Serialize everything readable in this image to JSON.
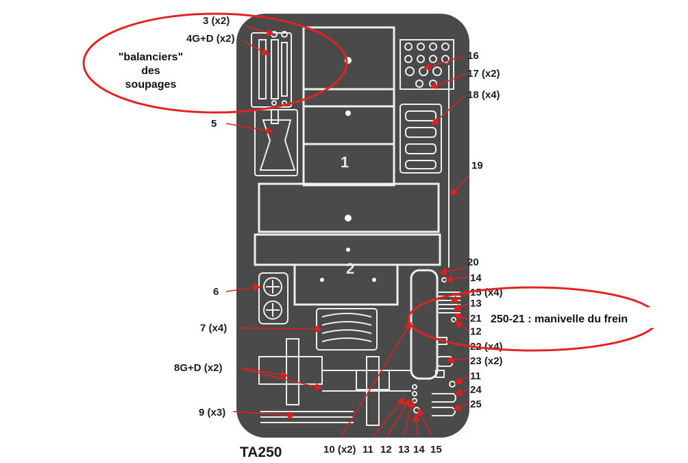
{
  "sheet": {
    "code": "TA250",
    "sheet_numbers": [
      "1",
      "2"
    ],
    "colors": {
      "sheet": "#4a4a4a",
      "sheet_dark": "#3b3b3b",
      "fret": "#efefef",
      "arrow": "#e02020",
      "text": "#1c1c1c"
    }
  },
  "part_labels": [
    "3 (x2)",
    "4G+D (x2)",
    "5",
    "6",
    "7 (x4)",
    "8G+D (x2)",
    "9 (x3)",
    "16",
    "17 (x2)",
    "18 (x4)",
    "19",
    "20",
    "14",
    "15 (x4)",
    "13",
    "21",
    "12",
    "22 (x4)",
    "23 (x2)",
    "11",
    "24",
    "25"
  ],
  "bottom_labels": [
    "10 (x2)",
    "11",
    "12",
    "13",
    "14",
    "15"
  ],
  "annotations": {
    "rocker_note": [
      "\"balanciers\"",
      "des",
      "soupages"
    ],
    "brake_note": "250-21 : manivelle du frein"
  }
}
